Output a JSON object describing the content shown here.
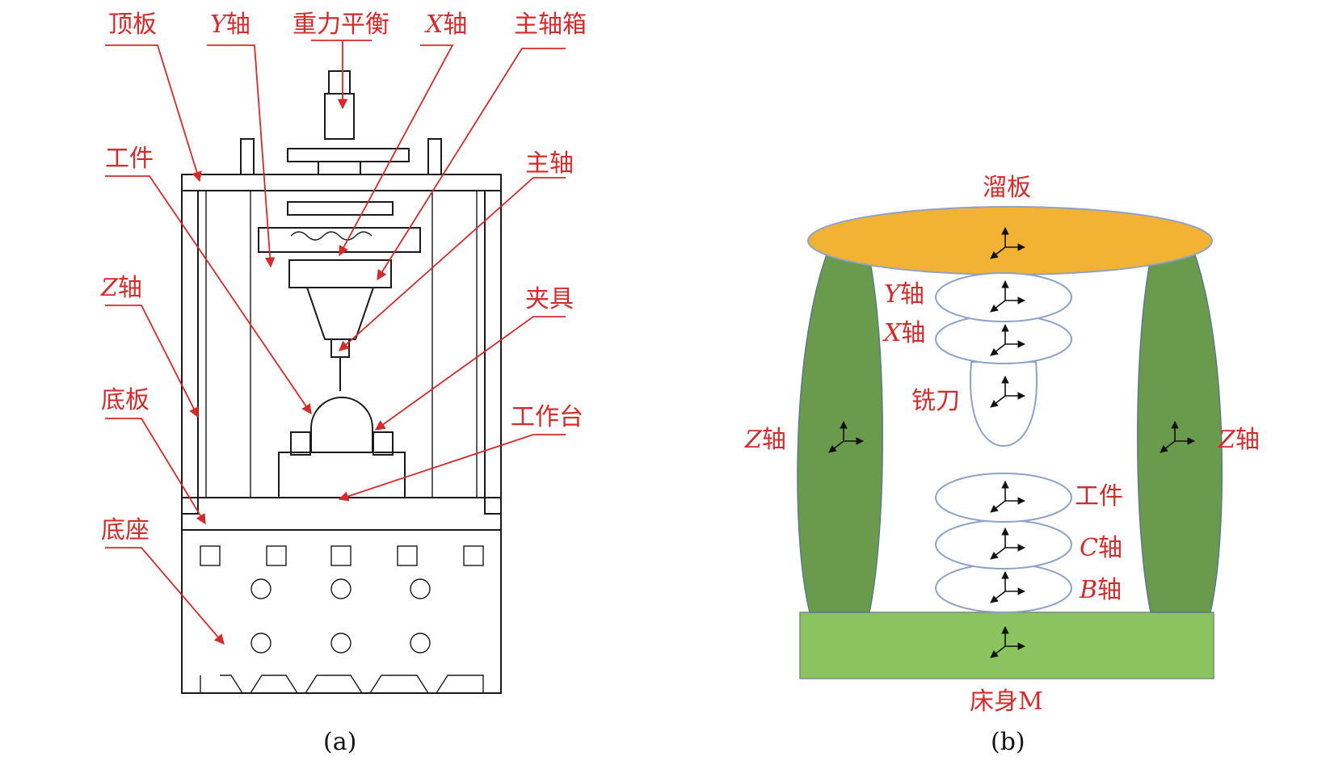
{
  "panel_a": {
    "caption": "(a)",
    "labels": {
      "top_plate": "顶板",
      "y_axis_prefix": "Y",
      "axis_suffix": "轴",
      "gravity_balance": "重力平衡",
      "x_axis_prefix": "X",
      "spindle_box": "主轴箱",
      "workpiece": "工件",
      "spindle": "主轴",
      "z_axis_prefix": "Z",
      "fixture": "夹具",
      "bottom_plate": "底板",
      "worktable": "工作台",
      "base": "底座"
    }
  },
  "panel_b": {
    "caption": "(b)",
    "labels": {
      "carriage": "溜板",
      "y_axis_prefix": "Y",
      "x_axis_prefix": "X",
      "axis_suffix": "轴",
      "milling_cutter": "铣刀",
      "z_left_prefix": "Z",
      "z_right_prefix": "Z",
      "workpiece": "工件",
      "c_axis_prefix": "C",
      "b_axis_prefix": "B",
      "bed": "床身M"
    },
    "colors": {
      "carriage": "#f2b233",
      "column": "#6a9a4c",
      "bed": "#8bc35f",
      "ellipse_stroke": "#8ea1c9",
      "label": "#d42a2a"
    }
  }
}
